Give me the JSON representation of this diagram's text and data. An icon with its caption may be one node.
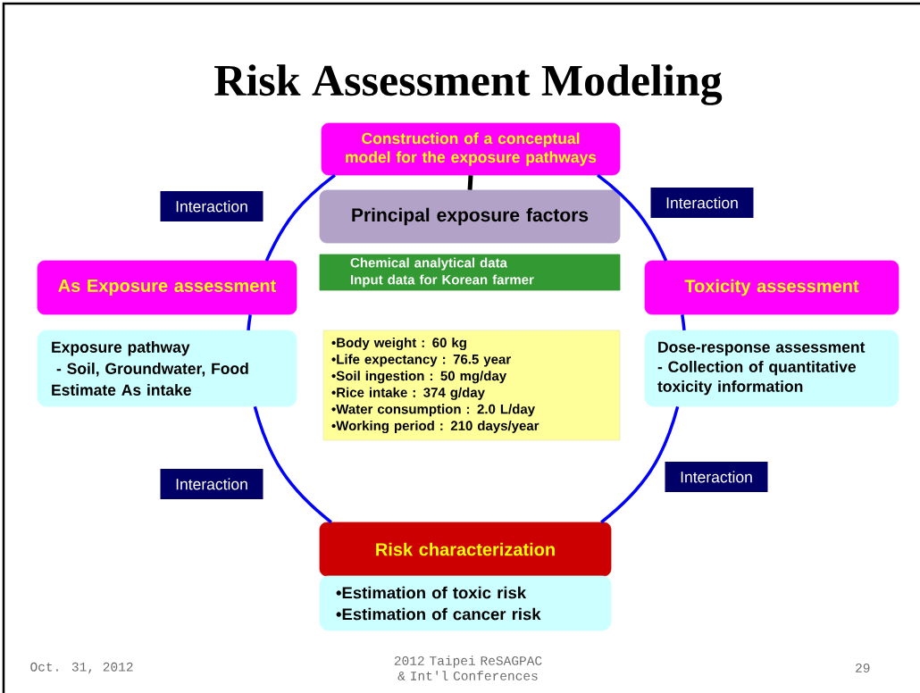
{
  "diagram": {
    "title": "Risk Assessment Modeling",
    "nodes": [
      {
        "text": [
          "Construction of a conceptual model for the exposure pathways"
        ]
      },
      {
        "text": [
          "Principal exposure factors"
        ]
      },
      {
        "text": [
          "Chemical analytical data",
          "Input data for Korean farmer"
        ]
      },
      {
        "text": [
          "•Body weight : 60 kg",
          "•Life expectancy : 76.5 year",
          "•Soil ingestion : 50 mg/day",
          "•Rice intake : 374 g/day",
          "•Water consumption : 2.0 L/day",
          "•Working period : 210 days/year"
        ]
      },
      {
        "text": [
          "As Exposure assessment"
        ]
      },
      {
        "text": [
          "Exposure pathway",
          "- Soil, Groundwater, Food",
          "Estimate As intake"
        ]
      },
      {
        "text": [
          "Toxicity assessment"
        ]
      },
      {
        "text": [
          "Dose-response assessment",
          "- Collection of quantitative toxicity information"
        ]
      },
      {
        "text": [
          "Risk characterization"
        ]
      },
      {
        "text": [
          "•Estimation of toxic risk",
          "•Estimation of cancer risk"
        ]
      }
    ],
    "edges": [
      {
        "from": 0,
        "to": 1,
        "arrow": "none",
        "color": "#000000"
      },
      {
        "from": 0,
        "to": 4,
        "arrow": "none",
        "label": "Interaction"
      },
      {
        "from": 4,
        "to": 5,
        "arrow": "none"
      },
      {
        "from": 5,
        "to": 8,
        "arrow": "none",
        "label": "Interaction"
      },
      {
        "from": 0,
        "to": 6,
        "arrow": "none",
        "label": "Interaction"
      },
      {
        "from": 6,
        "to": 7,
        "arrow": "none"
      },
      {
        "from": 7,
        "to": 8,
        "arrow": "none",
        "label": "Interaction"
      }
    ],
    "labels": [
      "Oct. 31, 2012",
      "2012 Taipei ReSAGPAC & Int'l Conferences",
      "29"
    ]
  }
}
